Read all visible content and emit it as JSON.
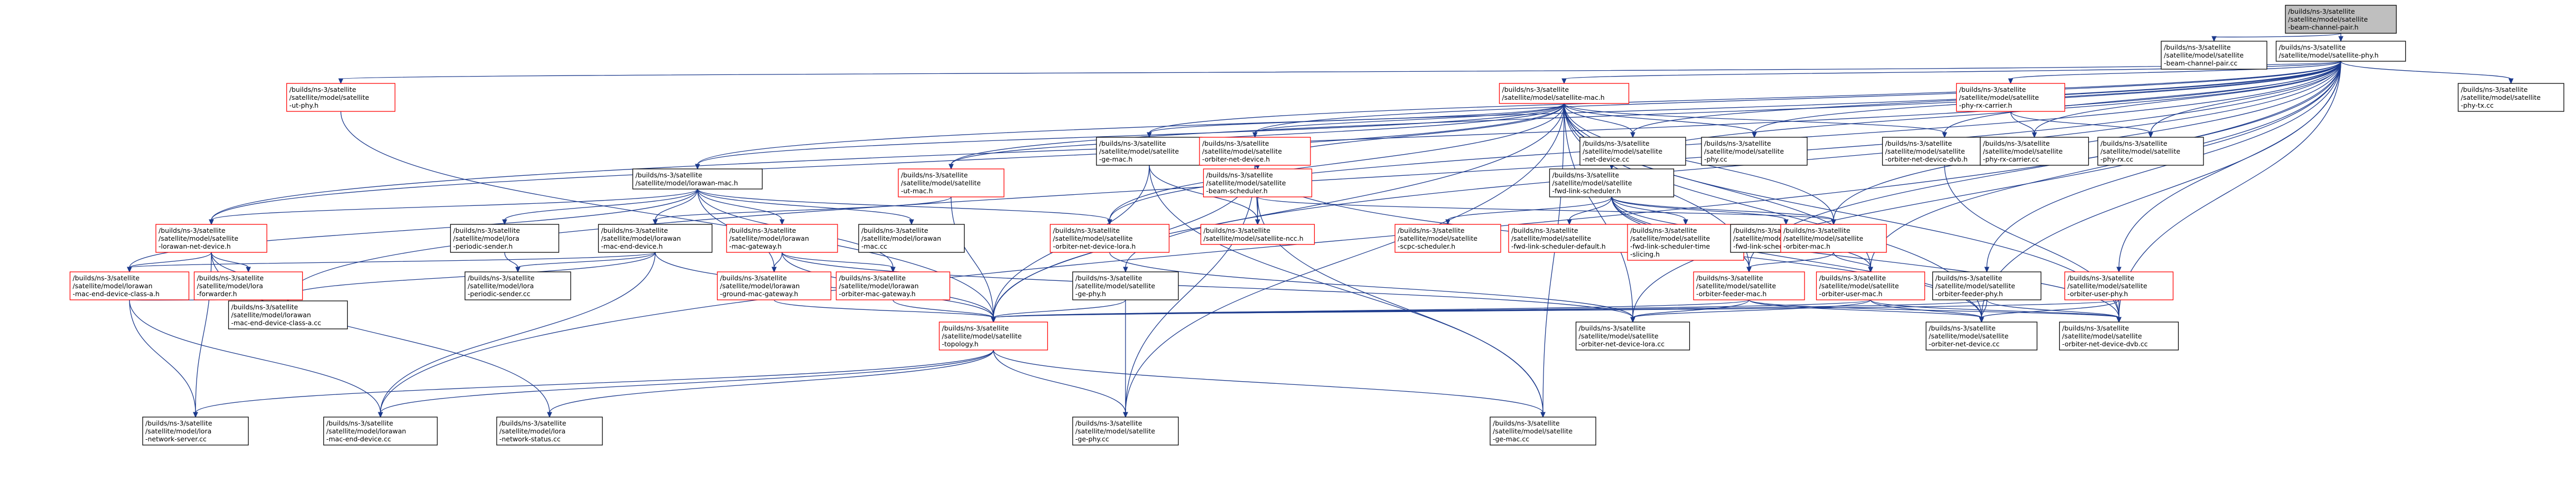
{
  "colors": {
    "root_fill": "#bfbfbf",
    "root_stroke": "#000000",
    "node_fill": "#ffffff",
    "node_stroke_black": "#000000",
    "node_stroke_red": "#ff0000",
    "edge": "#1c3a8c"
  },
  "nodes": [
    {
      "id": "n0",
      "lines": [
        "/builds/ns-3/satellite",
        "/satellite/model/satellite",
        "-beam-channel-pair.h"
      ],
      "border": "black",
      "root": true
    },
    {
      "id": "n1",
      "lines": [
        "/builds/ns-3/satellite",
        "/satellite/model/satellite",
        "-beam-channel-pair.cc"
      ],
      "border": "black"
    },
    {
      "id": "n2",
      "lines": [
        "/builds/ns-3/satellite",
        "/satellite/model/satellite-phy.h"
      ],
      "border": "black"
    },
    {
      "id": "n3",
      "lines": [
        "/builds/ns-3/satellite",
        "/satellite/model/satellite",
        "-ut-phy.h"
      ],
      "border": "red"
    },
    {
      "id": "n4",
      "lines": [
        "/builds/ns-3/satellite",
        "/satellite/model/satellite-mac.h"
      ],
      "border": "red"
    },
    {
      "id": "n5",
      "lines": [
        "/builds/ns-3/satellite",
        "/satellite/model/satellite",
        "-phy-rx-carrier.h"
      ],
      "border": "red"
    },
    {
      "id": "n6",
      "lines": [
        "/builds/ns-3/satellite",
        "/satellite/model/satellite",
        "-phy-tx.cc"
      ],
      "border": "black"
    },
    {
      "id": "n7",
      "lines": [
        "/builds/ns-3/satellite",
        "/satellite/model/satellite",
        "-ge-mac.h"
      ],
      "border": "black"
    },
    {
      "id": "n8",
      "lines": [
        "/builds/ns-3/satellite",
        "/satellite/model/satellite",
        "-orbiter-net-device.h"
      ],
      "border": "red"
    },
    {
      "id": "n9",
      "lines": [
        "/builds/ns-3/satellite",
        "/satellite/model/satellite",
        "-net-device.cc"
      ],
      "border": "black"
    },
    {
      "id": "n10",
      "lines": [
        "/builds/ns-3/satellite",
        "/satellite/model/satellite",
        "-phy.cc"
      ],
      "border": "black"
    },
    {
      "id": "n11",
      "lines": [
        "/builds/ns-3/satellite",
        "/satellite/model/satellite",
        "-orbiter-net-device-dvb.h"
      ],
      "border": "black"
    },
    {
      "id": "n12",
      "lines": [
        "/builds/ns-3/satellite",
        "/satellite/model/satellite",
        "-phy-rx-carrier.cc"
      ],
      "border": "black"
    },
    {
      "id": "n13",
      "lines": [
        "/builds/ns-3/satellite",
        "/satellite/model/satellite",
        "-phy-rx.cc"
      ],
      "border": "black"
    },
    {
      "id": "n14",
      "lines": [
        "/builds/ns-3/satellite",
        "/satellite/model/lorawan-mac.h"
      ],
      "border": "black"
    },
    {
      "id": "n15",
      "lines": [
        "/builds/ns-3/satellite",
        "/satellite/model/satellite",
        "-ut-mac.h"
      ],
      "border": "red"
    },
    {
      "id": "n16",
      "lines": [
        "/builds/ns-3/satellite",
        "/satellite/model/satellite",
        "-beam-scheduler.h"
      ],
      "border": "red"
    },
    {
      "id": "n17",
      "lines": [
        "/builds/ns-3/satellite",
        "/satellite/model/satellite",
        "-fwd-link-scheduler.h"
      ],
      "border": "black"
    },
    {
      "id": "n18",
      "lines": [
        "/builds/ns-3/satellite",
        "/satellite/model/satellite",
        "-lorawan-net-device.h"
      ],
      "border": "red"
    },
    {
      "id": "n19",
      "lines": [
        "/builds/ns-3/satellite",
        "/satellite/model/lora",
        "-periodic-sender.h"
      ],
      "border": "black"
    },
    {
      "id": "n20",
      "lines": [
        "/builds/ns-3/satellite",
        "/satellite/model/lorawan",
        "-mac-end-device.h"
      ],
      "border": "black"
    },
    {
      "id": "n21",
      "lines": [
        "/builds/ns-3/satellite",
        "/satellite/model/lorawan",
        "-mac-gateway.h"
      ],
      "border": "red"
    },
    {
      "id": "n22",
      "lines": [
        "/builds/ns-3/satellite",
        "/satellite/model/lorawan",
        "-mac.cc"
      ],
      "border": "black"
    },
    {
      "id": "n23",
      "lines": [
        "/builds/ns-3/satellite",
        "/satellite/model/satellite-ncc.h"
      ],
      "border": "red"
    },
    {
      "id": "n24",
      "lines": [
        "/builds/ns-3/satellite",
        "/satellite/model/satellite",
        "-orbiter-net-device-lora.h"
      ],
      "border": "red"
    },
    {
      "id": "n25",
      "lines": [
        "/builds/ns-3/satellite",
        "/satellite/model/satellite",
        "-scpc-scheduler.h"
      ],
      "border": "red"
    },
    {
      "id": "n26",
      "lines": [
        "/builds/ns-3/satellite",
        "/satellite/model/satellite",
        "-fwd-link-scheduler-default.h"
      ],
      "border": "red"
    },
    {
      "id": "n27",
      "lines": [
        "/builds/ns-3/satellite",
        "/satellite/model/satellite",
        "-fwd-link-scheduler-time",
        "-slicing.h"
      ],
      "border": "red"
    },
    {
      "id": "n28",
      "lines": [
        "/builds/ns-3/satellite",
        "/satellite/model/satellite",
        "-fwd-link-scheduler.cc"
      ],
      "border": "black"
    },
    {
      "id": "n29",
      "lines": [
        "/builds/ns-3/satellite",
        "/satellite/model/satellite",
        "-orbiter-mac.h"
      ],
      "border": "red"
    },
    {
      "id": "n30",
      "lines": [
        "/builds/ns-3/satellite",
        "/satellite/model/lorawan",
        "-mac-end-device-class-a.h"
      ],
      "border": "red"
    },
    {
      "id": "n31",
      "lines": [
        "/builds/ns-3/satellite",
        "/satellite/model/lora",
        "-forwarder.h"
      ],
      "border": "red"
    },
    {
      "id": "n32",
      "lines": [
        "/builds/ns-3/satellite",
        "/satellite/model/lora",
        "-periodic-sender.cc"
      ],
      "border": "black"
    },
    {
      "id": "n33",
      "lines": [
        "/builds/ns-3/satellite",
        "/satellite/model/lorawan",
        "-ground-mac-gateway.h"
      ],
      "border": "red"
    },
    {
      "id": "n34",
      "lines": [
        "/builds/ns-3/satellite",
        "/satellite/model/lorawan",
        "-orbiter-mac-gateway.h"
      ],
      "border": "red"
    },
    {
      "id": "n35",
      "lines": [
        "/builds/ns-3/satellite",
        "/satellite/model/satellite",
        "-ge-phy.h"
      ],
      "border": "black"
    },
    {
      "id": "n36",
      "lines": [
        "/builds/ns-3/satellite",
        "/satellite/model/satellite",
        "-orbiter-feeder-mac.h"
      ],
      "border": "red"
    },
    {
      "id": "n37",
      "lines": [
        "/builds/ns-3/satellite",
        "/satellite/model/satellite",
        "-orbiter-user-mac.h"
      ],
      "border": "red"
    },
    {
      "id": "n38",
      "lines": [
        "/builds/ns-3/satellite",
        "/satellite/model/satellite",
        "-orbiter-feeder-phy.h"
      ],
      "border": "black"
    },
    {
      "id": "n39",
      "lines": [
        "/builds/ns-3/satellite",
        "/satellite/model/satellite",
        "-orbiter-user-phy.h"
      ],
      "border": "red"
    },
    {
      "id": "n40",
      "lines": [
        "/builds/ns-3/satellite",
        "/satellite/model/lorawan",
        "-mac-end-device-class-a.cc"
      ],
      "border": "black"
    },
    {
      "id": "n41",
      "lines": [
        "/builds/ns-3/satellite",
        "/satellite/model/satellite",
        "-topology.h"
      ],
      "border": "red"
    },
    {
      "id": "n42",
      "lines": [
        "/builds/ns-3/satellite",
        "/satellite/model/satellite",
        "-orbiter-net-device-lora.cc"
      ],
      "border": "black"
    },
    {
      "id": "n43",
      "lines": [
        "/builds/ns-3/satellite",
        "/satellite/model/satellite",
        "-orbiter-net-device.cc"
      ],
      "border": "black"
    },
    {
      "id": "n44",
      "lines": [
        "/builds/ns-3/satellite",
        "/satellite/model/satellite",
        "-orbiter-net-device-dvb.cc"
      ],
      "border": "black"
    },
    {
      "id": "n45",
      "lines": [
        "/builds/ns-3/satellite",
        "/satellite/model/lora",
        "-network-server.cc"
      ],
      "border": "black"
    },
    {
      "id": "n46",
      "lines": [
        "/builds/ns-3/satellite",
        "/satellite/model/lorawan",
        "-mac-end-device.cc"
      ],
      "border": "black"
    },
    {
      "id": "n47",
      "lines": [
        "/builds/ns-3/satellite",
        "/satellite/model/lora",
        "-network-status.cc"
      ],
      "border": "black"
    },
    {
      "id": "n48",
      "lines": [
        "/builds/ns-3/satellite",
        "/satellite/model/satellite",
        "-ge-phy.cc"
      ],
      "border": "black"
    },
    {
      "id": "n49",
      "lines": [
        "/builds/ns-3/satellite",
        "/satellite/model/satellite",
        "-ge-mac.cc"
      ],
      "border": "black"
    }
  ],
  "edges": [
    [
      "n0",
      "n1"
    ],
    [
      "n0",
      "n2"
    ],
    [
      "n2",
      "n3"
    ],
    [
      "n2",
      "n4"
    ],
    [
      "n2",
      "n5"
    ],
    [
      "n2",
      "n6"
    ],
    [
      "n2",
      "n7"
    ],
    [
      "n2",
      "n8"
    ],
    [
      "n2",
      "n9"
    ],
    [
      "n2",
      "n10"
    ],
    [
      "n2",
      "n11"
    ],
    [
      "n2",
      "n12"
    ],
    [
      "n2",
      "n13"
    ],
    [
      "n2",
      "n14"
    ],
    [
      "n2",
      "n15"
    ],
    [
      "n2",
      "n17"
    ],
    [
      "n2",
      "n18"
    ],
    [
      "n2",
      "n24"
    ],
    [
      "n2",
      "n29"
    ],
    [
      "n2",
      "n35"
    ],
    [
      "n2",
      "n36"
    ],
    [
      "n2",
      "n37"
    ],
    [
      "n2",
      "n38"
    ],
    [
      "n2",
      "n39"
    ],
    [
      "n2",
      "n40"
    ],
    [
      "n2",
      "n42"
    ],
    [
      "n2",
      "n43"
    ],
    [
      "n2",
      "n44"
    ],
    [
      "n2",
      "n46"
    ],
    [
      "n3",
      "n41"
    ],
    [
      "n4",
      "n7"
    ],
    [
      "n4",
      "n8"
    ],
    [
      "n4",
      "n9"
    ],
    [
      "n4",
      "n10"
    ],
    [
      "n4",
      "n11"
    ],
    [
      "n4",
      "n14"
    ],
    [
      "n4",
      "n15"
    ],
    [
      "n4",
      "n16"
    ],
    [
      "n4",
      "n17"
    ],
    [
      "n4",
      "n18"
    ],
    [
      "n4",
      "n24"
    ],
    [
      "n4",
      "n29"
    ],
    [
      "n4",
      "n36"
    ],
    [
      "n4",
      "n37"
    ],
    [
      "n4",
      "n41"
    ],
    [
      "n4",
      "n42"
    ],
    [
      "n4",
      "n43"
    ],
    [
      "n4",
      "n44"
    ],
    [
      "n4",
      "n49"
    ],
    [
      "n4",
      "n48"
    ],
    [
      "n5",
      "n12"
    ],
    [
      "n5",
      "n13"
    ],
    [
      "n7",
      "n23"
    ],
    [
      "n7",
      "n41"
    ],
    [
      "n7",
      "n49"
    ],
    [
      "n8",
      "n16"
    ],
    [
      "n8",
      "n23"
    ],
    [
      "n8",
      "n41"
    ],
    [
      "n8",
      "n43"
    ],
    [
      "n8",
      "n48"
    ],
    [
      "n11",
      "n44"
    ],
    [
      "n14",
      "n18"
    ],
    [
      "n14",
      "n19"
    ],
    [
      "n14",
      "n20"
    ],
    [
      "n14",
      "n21"
    ],
    [
      "n14",
      "n22"
    ],
    [
      "n14",
      "n24"
    ],
    [
      "n14",
      "n33"
    ],
    [
      "n14",
      "n34"
    ],
    [
      "n14",
      "n30"
    ],
    [
      "n15",
      "n20"
    ],
    [
      "n15",
      "n41"
    ],
    [
      "n16",
      "n23"
    ],
    [
      "n16",
      "n29"
    ],
    [
      "n16",
      "n49"
    ],
    [
      "n17",
      "n25"
    ],
    [
      "n17",
      "n26"
    ],
    [
      "n17",
      "n27"
    ],
    [
      "n17",
      "n28"
    ],
    [
      "n17",
      "n29"
    ],
    [
      "n17",
      "n36"
    ],
    [
      "n17",
      "n37"
    ],
    [
      "n17",
      "n43"
    ],
    [
      "n17",
      "n44"
    ],
    [
      "n18",
      "n30"
    ],
    [
      "n18",
      "n31"
    ],
    [
      "n18",
      "n40"
    ],
    [
      "n18",
      "n45"
    ],
    [
      "n18",
      "n47"
    ],
    [
      "n19",
      "n32"
    ],
    [
      "n20",
      "n30"
    ],
    [
      "n20",
      "n40"
    ],
    [
      "n20",
      "n41"
    ],
    [
      "n20",
      "n46"
    ],
    [
      "n20",
      "n32"
    ],
    [
      "n21",
      "n33"
    ],
    [
      "n21",
      "n34"
    ],
    [
      "n21",
      "n41"
    ],
    [
      "n21",
      "n42"
    ],
    [
      "n24",
      "n42"
    ],
    [
      "n29",
      "n36"
    ],
    [
      "n29",
      "n37"
    ],
    [
      "n30",
      "n40"
    ],
    [
      "n30",
      "n45"
    ],
    [
      "n30",
      "n46"
    ],
    [
      "n33",
      "n41"
    ],
    [
      "n34",
      "n41"
    ],
    [
      "n35",
      "n41"
    ],
    [
      "n35",
      "n48"
    ],
    [
      "n36",
      "n41"
    ],
    [
      "n36",
      "n42"
    ],
    [
      "n36",
      "n43"
    ],
    [
      "n36",
      "n44"
    ],
    [
      "n37",
      "n41"
    ],
    [
      "n37",
      "n42"
    ],
    [
      "n37",
      "n43"
    ],
    [
      "n37",
      "n44"
    ],
    [
      "n38",
      "n41"
    ],
    [
      "n38",
      "n43"
    ],
    [
      "n38",
      "n44"
    ],
    [
      "n39",
      "n41"
    ],
    [
      "n39",
      "n43"
    ],
    [
      "n39",
      "n44"
    ],
    [
      "n41",
      "n45"
    ],
    [
      "n41",
      "n46"
    ],
    [
      "n41",
      "n47"
    ],
    [
      "n41",
      "n48"
    ],
    [
      "n41",
      "n49"
    ]
  ]
}
